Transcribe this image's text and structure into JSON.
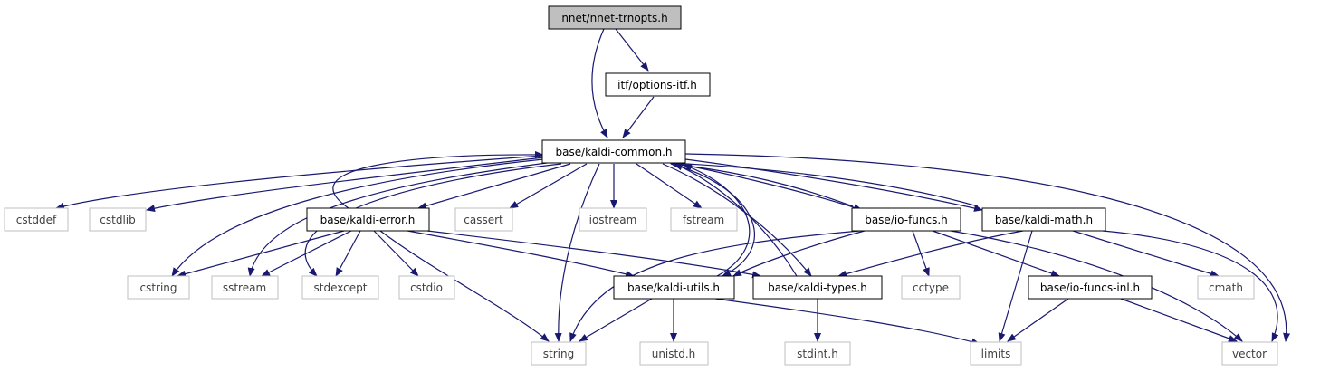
{
  "diagram": {
    "colors": {
      "edge": "#191970",
      "root_fill": "#bfbfbf",
      "node_fill": "#ffffff",
      "internal_border": "#000000",
      "external_border": "#bfbfbf",
      "internal_text": "#000000",
      "external_text": "#404040"
    },
    "nodes": {
      "root": "nnet/nnet-trnopts.h",
      "options_itf": "itf/options-itf.h",
      "kaldi_common": "base/kaldi-common.h",
      "cstddef": "cstddef",
      "cstdlib": "cstdlib",
      "kaldi_error": "base/kaldi-error.h",
      "cassert": "cassert",
      "iostream": "iostream",
      "fstream": "fstream",
      "io_funcs": "base/io-funcs.h",
      "kaldi_math": "base/kaldi-math.h",
      "cstring": "cstring",
      "sstream": "sstream",
      "stdexcept": "stdexcept",
      "cstdio": "cstdio",
      "kaldi_utils": "base/kaldi-utils.h",
      "kaldi_types": "base/kaldi-types.h",
      "cctype": "cctype",
      "io_funcs_inl": "base/io-funcs-inl.h",
      "cmath": "cmath",
      "string": "string",
      "unistd": "unistd.h",
      "stdint": "stdint.h",
      "limits": "limits",
      "vector": "vector"
    }
  }
}
